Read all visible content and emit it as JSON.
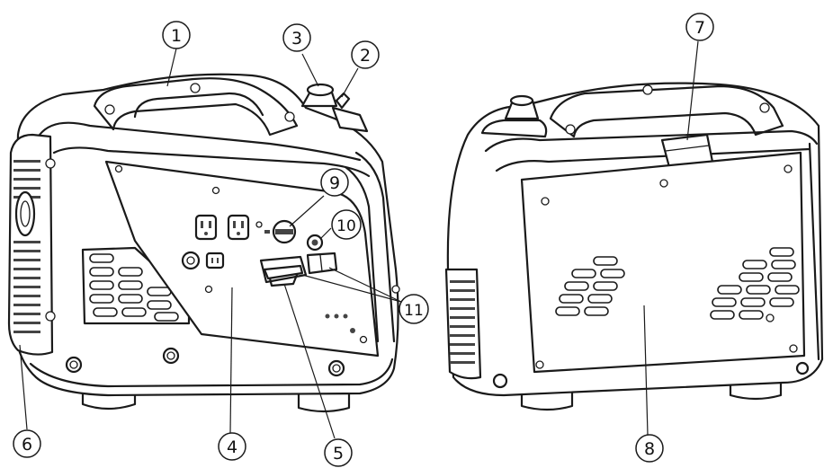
{
  "callouts": [
    {
      "id": "1",
      "label": "①"
    },
    {
      "id": "2",
      "label": "②"
    },
    {
      "id": "3",
      "label": "③"
    },
    {
      "id": "4",
      "label": "④"
    },
    {
      "id": "5",
      "label": "⑤"
    },
    {
      "id": "6",
      "label": "⑥"
    },
    {
      "id": "7",
      "label": "⑦"
    },
    {
      "id": "8",
      "label": "⑧"
    },
    {
      "id": "9",
      "label": "⑨"
    },
    {
      "id": "10",
      "label": "⑩"
    },
    {
      "id": "11",
      "label": "⑪"
    }
  ],
  "colors": {
    "line": "#1a1a1a",
    "background": "#ffffff"
  }
}
